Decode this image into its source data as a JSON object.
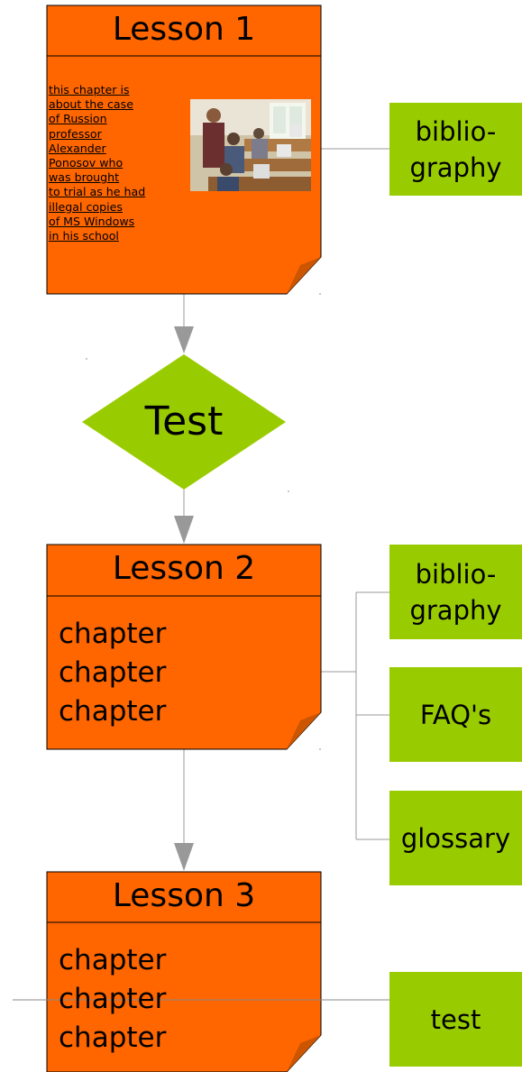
{
  "lesson1": {
    "title": "Lesson 1",
    "summary_lines": [
      "this chapter is",
      "about the case",
      "of  Russion ",
      "professor ",
      "Alexander",
      "Ponosov who",
      "was brought",
      "to trial as he had ",
      "illegal copies",
      "of MS Windows ",
      "in his school"
    ]
  },
  "test_node": {
    "label": "Test"
  },
  "lesson2": {
    "title": "Lesson 2",
    "chapters": [
      "chapter",
      "chapter",
      "chapter"
    ]
  },
  "lesson3": {
    "title": "Lesson 3",
    "chapters": [
      "chapter",
      "chapter",
      "chapter"
    ]
  },
  "side_boxes": {
    "bibliography1": [
      "biblio-",
      "graphy"
    ],
    "bibliography2": [
      "biblio-",
      "graphy"
    ],
    "faq": "FAQ's",
    "glossary": "glossary",
    "test": "test"
  },
  "colors": {
    "lesson_fill": "#ff6600",
    "side_fill": "#99cc00",
    "connector": "#999999",
    "fold": "#cc5500"
  }
}
